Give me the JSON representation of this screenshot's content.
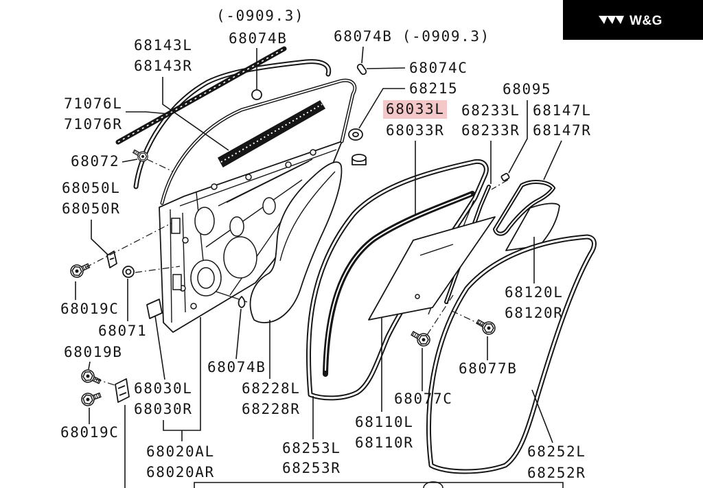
{
  "brand": {
    "name": "W&G",
    "icon": "triple-chevron-logo-icon",
    "background_color": "#000000",
    "text_color": "#ffffff"
  },
  "diagram": {
    "highlight_color": "#f4c7c9",
    "callouts": [
      {
        "lines": [
          "(-0909.3)",
          "68074B"
        ]
      },
      {
        "lines": [
          "68074B (-0909.3)"
        ]
      },
      {
        "lines": [
          "68143L",
          "68143R"
        ]
      },
      {
        "lines": [
          "68074C"
        ]
      },
      {
        "lines": [
          "68215"
        ]
      },
      {
        "lines": [
          "68095"
        ]
      },
      {
        "lines": [
          "71076L",
          "71076R"
        ]
      },
      {
        "lines": [
          "68033L",
          "68033R"
        ],
        "highlighted_line": 0
      },
      {
        "lines": [
          "68233L",
          "68233R"
        ]
      },
      {
        "lines": [
          "68147L",
          "68147R"
        ]
      },
      {
        "lines": [
          "68072"
        ]
      },
      {
        "lines": [
          "68050L",
          "68050R"
        ]
      },
      {
        "lines": [
          "68120L",
          "68120R"
        ]
      },
      {
        "lines": [
          "68019C"
        ]
      },
      {
        "lines": [
          "68071"
        ]
      },
      {
        "lines": [
          "68019B"
        ]
      },
      {
        "lines": [
          "68074B"
        ]
      },
      {
        "lines": [
          "68077B"
        ]
      },
      {
        "lines": [
          "68030L",
          "68030R"
        ]
      },
      {
        "lines": [
          "68228L",
          "68228R"
        ]
      },
      {
        "lines": [
          "68077C"
        ]
      },
      {
        "lines": [
          "68110L",
          "68110R"
        ]
      },
      {
        "lines": [
          "68019C"
        ]
      },
      {
        "lines": [
          "68020AL",
          "68020AR"
        ]
      },
      {
        "lines": [
          "68253L",
          "68253R"
        ]
      },
      {
        "lines": [
          "68252L",
          "68252R"
        ]
      }
    ]
  }
}
